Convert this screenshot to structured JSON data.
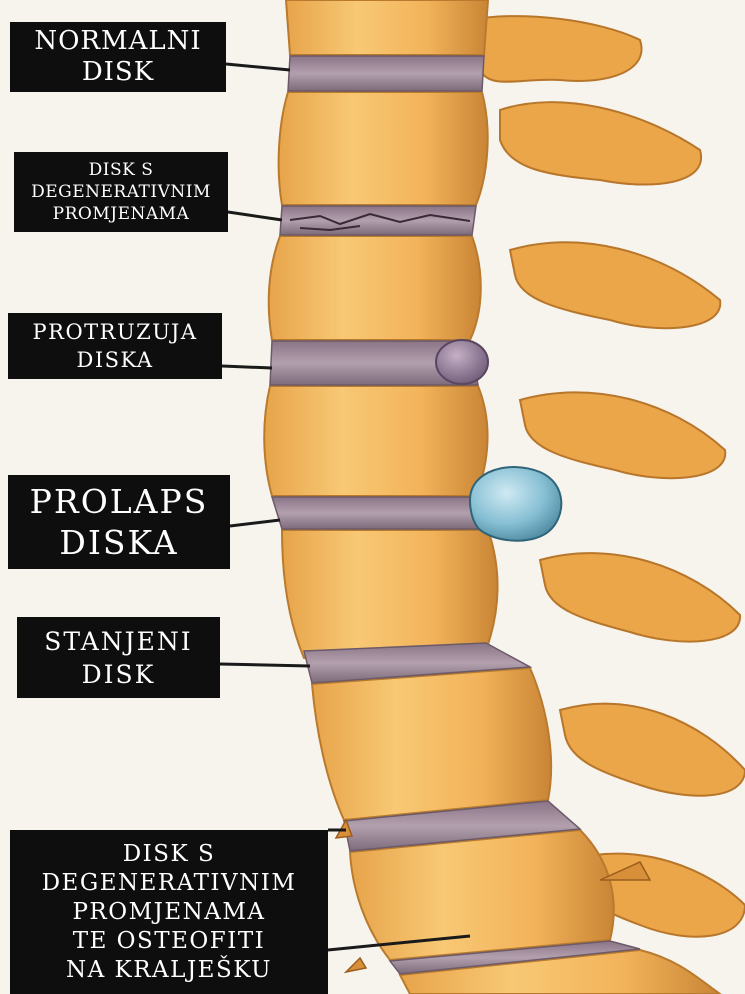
{
  "labels": [
    {
      "id": "normal-disc",
      "lines": [
        "NORMALNI",
        "DISK"
      ]
    },
    {
      "id": "degenerative-disc",
      "lines": [
        "DISK S",
        "DEGENERATIVNIM",
        "PROMJENAMA"
      ]
    },
    {
      "id": "disc-protrusion",
      "lines": [
        "PROTRUZUJA",
        "DISKA"
      ]
    },
    {
      "id": "disc-prolapse",
      "lines": [
        "PROLAPS",
        "DISKA"
      ]
    },
    {
      "id": "thinned-disc",
      "lines": [
        "STANJENI",
        "DISK"
      ]
    },
    {
      "id": "degenerative-disc-osteophytes",
      "lines": [
        "DISK S",
        "DEGENERATIVNIM",
        "PROMJENAMA",
        "TE OSTEOFITI",
        "NA KRALJEŠKU"
      ]
    }
  ],
  "colors": {
    "background": "#f7f4ee",
    "bone": "#f2b756",
    "bone_dark": "#c9802e",
    "disc": "#9a8396",
    "protrusion": "#8c7494",
    "prolapse": "#7fb9cf",
    "label_bg": "#0e0e0e",
    "label_text": "#ffffff",
    "leader_line": "#1a1a1a"
  }
}
